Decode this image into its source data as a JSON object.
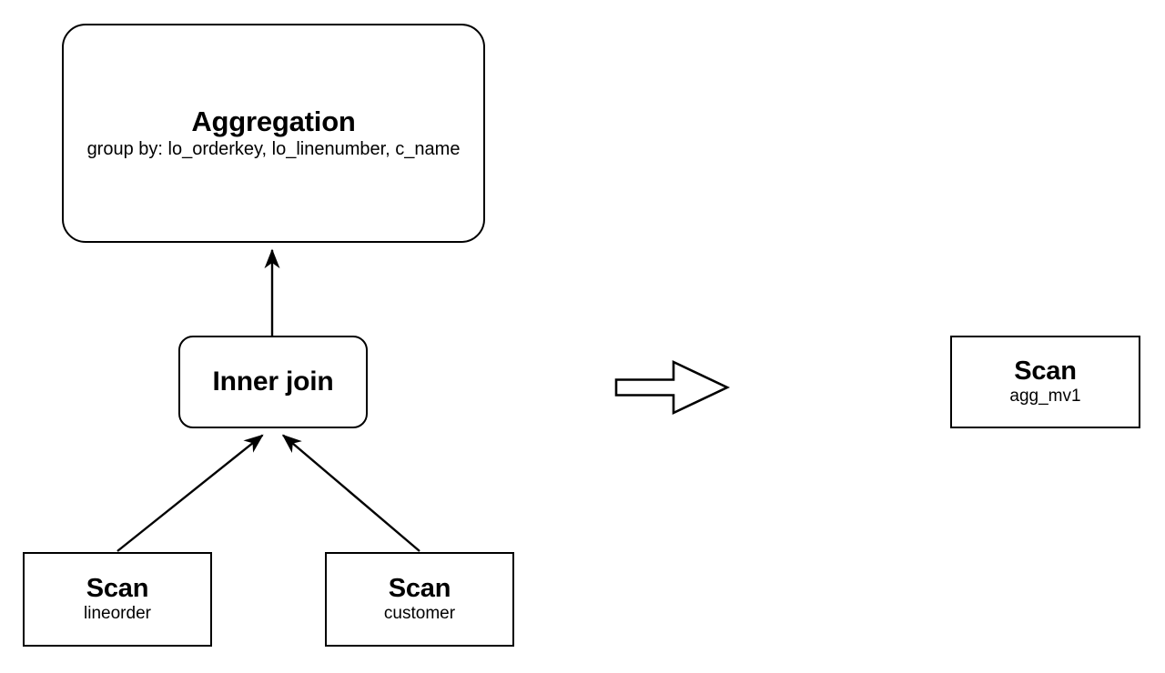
{
  "diagram": {
    "type": "query-plan-rewrite",
    "description": "Query plan rewritten to scan a materialized view",
    "nodes": [
      {
        "id": "aggregation",
        "title": "Aggregation",
        "subtitle": "group by: lo_orderkey, lo_linenumber, c_name",
        "shape": "rounded-rectangle"
      },
      {
        "id": "inner-join",
        "title": "Inner join",
        "subtitle": "",
        "shape": "rounded-rectangle"
      },
      {
        "id": "scan-lineorder",
        "title": "Scan",
        "subtitle": "lineorder",
        "shape": "rectangle"
      },
      {
        "id": "scan-customer",
        "title": "Scan",
        "subtitle": "customer",
        "shape": "rectangle"
      },
      {
        "id": "scan-agg-mv1",
        "title": "Scan",
        "subtitle": "agg_mv1",
        "shape": "rectangle"
      }
    ],
    "edges": [
      {
        "from": "inner-join",
        "to": "aggregation"
      },
      {
        "from": "scan-lineorder",
        "to": "inner-join"
      },
      {
        "from": "scan-customer",
        "to": "inner-join"
      }
    ],
    "transform_arrow": {
      "icon": "block-arrow-right-icon",
      "direction": "right"
    },
    "colors": {
      "stroke": "#000000",
      "fill": "#ffffff",
      "background": "#ffffff"
    }
  }
}
